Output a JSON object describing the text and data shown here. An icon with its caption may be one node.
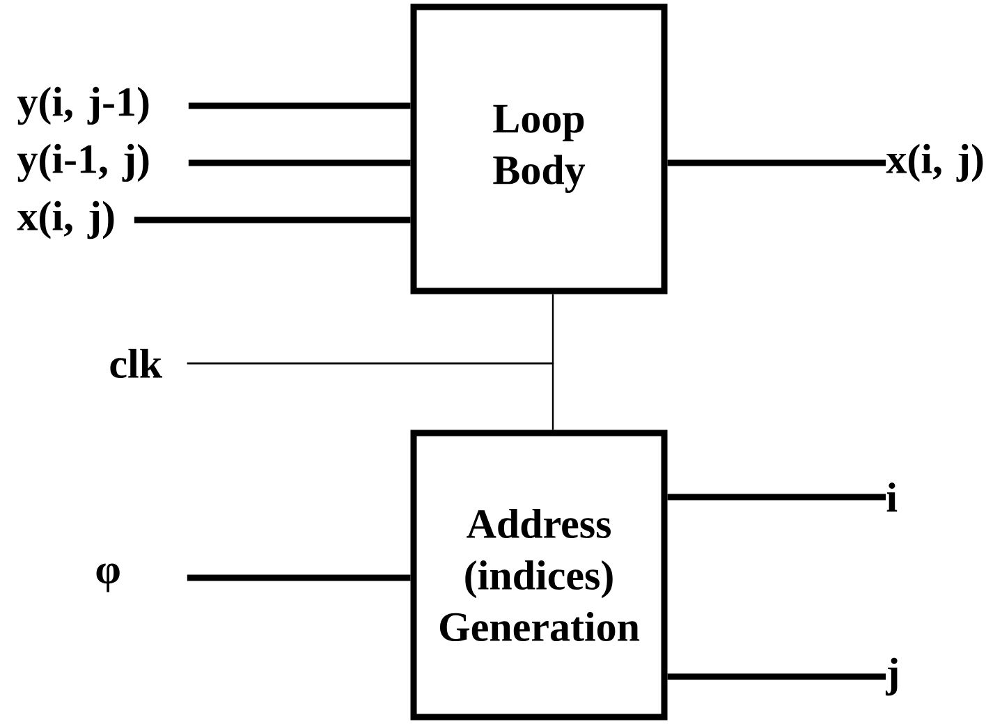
{
  "diagram": {
    "nodes": [
      {
        "text": [
          "y(i, j-1)"
        ]
      },
      {
        "text": [
          "y(i-1, j)"
        ]
      },
      {
        "text": [
          "x(i, j)"
        ]
      },
      {
        "text": [
          "Loop Body"
        ]
      },
      {
        "text": [
          "x(i, j)"
        ]
      },
      {
        "text": [
          "clk"
        ]
      },
      {
        "text": [
          "φ"
        ]
      },
      {
        "text": [
          "Address (indices) Generation"
        ]
      },
      {
        "text": [
          "i"
        ]
      },
      {
        "text": [
          "j"
        ]
      }
    ],
    "edges": [
      {
        "from": 0,
        "to": 3,
        "arrow": "none"
      },
      {
        "from": 1,
        "to": 3,
        "arrow": "none"
      },
      {
        "from": 2,
        "to": 3,
        "arrow": "none"
      },
      {
        "from": 3,
        "to": 4,
        "arrow": "none"
      },
      {
        "from": 5,
        "to": 3,
        "arrow": "none"
      },
      {
        "from": 5,
        "to": 7,
        "arrow": "none"
      },
      {
        "from": 6,
        "to": 7,
        "arrow": "none"
      },
      {
        "from": 7,
        "to": 8,
        "arrow": "none"
      },
      {
        "from": 7,
        "to": 9,
        "arrow": "none"
      }
    ]
  }
}
